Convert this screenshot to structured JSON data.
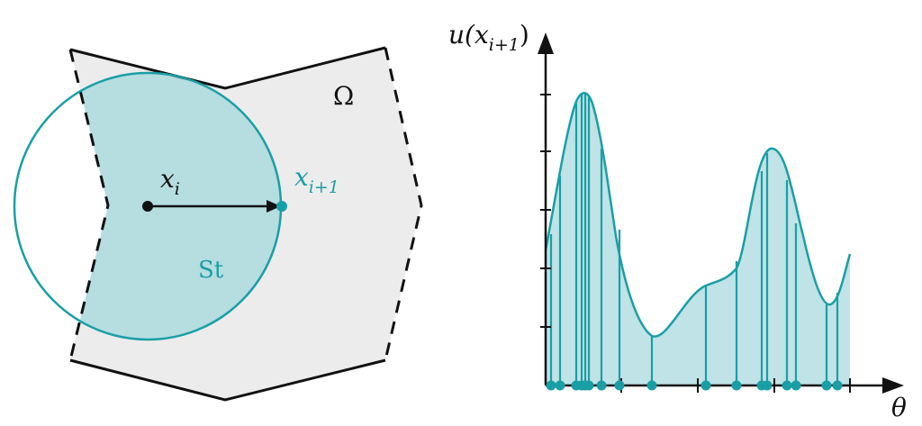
{
  "left_panel": {
    "domain_label": "Ω",
    "point_label": "x",
    "point_sub": "i",
    "next_point_label": "x",
    "next_point_sub": "i+1",
    "set_label": "St"
  },
  "right_panel": {
    "y_axis_label": "u(x",
    "y_axis_sub": "i+1",
    "y_axis_close": ")",
    "x_axis_label": "θ"
  },
  "colors": {
    "teal": "#1a9ea6",
    "teal_fill": "#a8d9dd",
    "domain_fill": "#ececec",
    "ink": "#111111"
  }
}
